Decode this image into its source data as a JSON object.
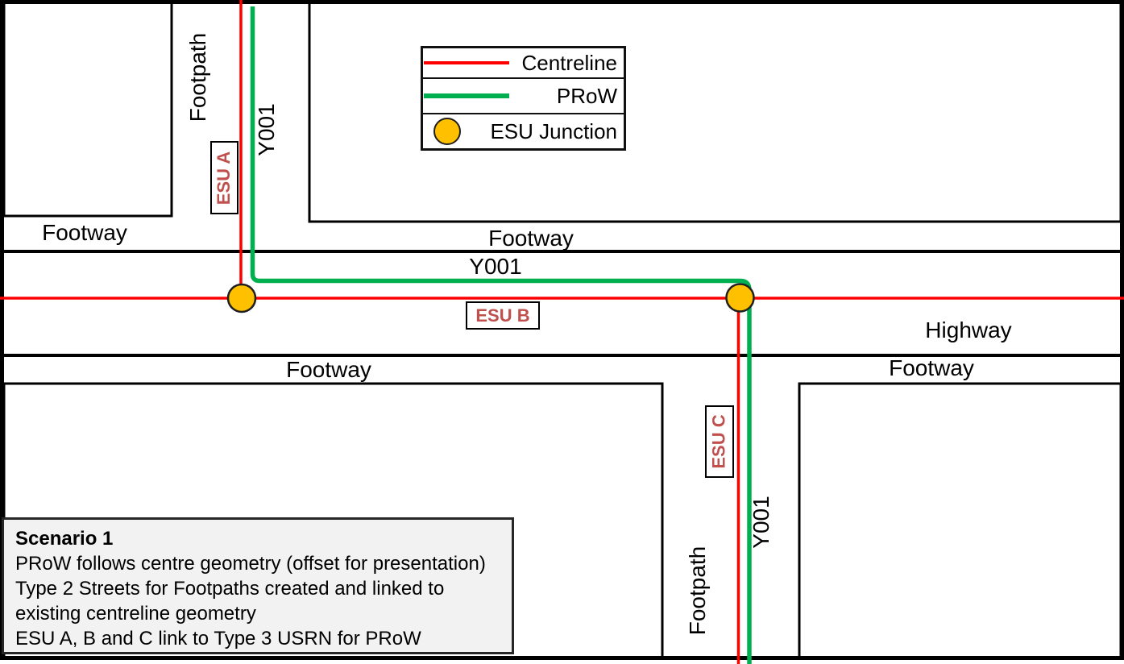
{
  "diagram": {
    "colors": {
      "centreline": "#FF0000",
      "prow": "#00B050",
      "junction_fill": "#FFC000",
      "esu_text": "#C0504D",
      "scenario_bg": "#F2F2F2"
    },
    "legend": {
      "items": [
        {
          "label": "Centreline",
          "symbol": "red-line"
        },
        {
          "label": "PRoW",
          "symbol": "green-line"
        },
        {
          "label": "ESU Junction",
          "symbol": "orange-circle"
        }
      ]
    },
    "labels": {
      "footpath_top": "Footpath",
      "y001_top": "Y001",
      "esu_a": "ESU A",
      "footway_top_left": "Footway",
      "footway_top_right": "Footway",
      "y001_mid": "Y001",
      "esu_b": "ESU B",
      "highway": "Highway",
      "footway_bottom_left": "Footway",
      "footway_bottom_right": "Footway",
      "esu_c": "ESU C",
      "y001_bottom": "Y001",
      "footpath_bottom": "Footpath"
    },
    "scenario": {
      "title": "Scenario 1",
      "lines": [
        "PRoW follows centre geometry (offset for presentation)",
        "Type 2 Streets for Footpaths created and linked to",
        "existing centreline geometry",
        "ESU A, B and C link to Type 3 USRN for PRoW"
      ]
    }
  }
}
